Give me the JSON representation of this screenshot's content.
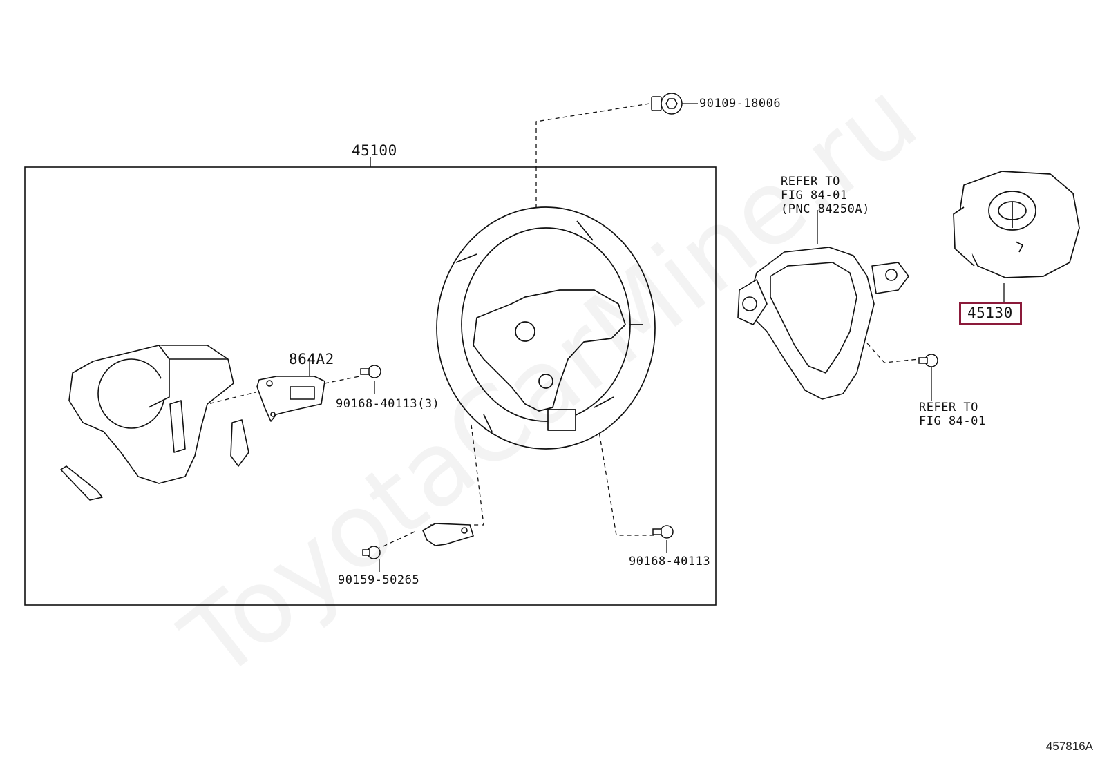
{
  "watermark": "ToyotaCarMine.ru",
  "figure_id": "457816A",
  "highlight_color": "#8b1a3a",
  "labels": {
    "assembly": "45100",
    "bolt_top": "90109-18006",
    "switch": "864A2",
    "screw_switch": "90168-40113(3)",
    "screw_lower_right": "90168-40113",
    "screw_lower_left": "90159-50265",
    "refer_a_l1": "REFER TO",
    "refer_a_l2": "FIG 84-01",
    "refer_a_l3": "(PNC 84250A)",
    "refer_b_l1": "REFER TO",
    "refer_b_l2": "FIG 84-01",
    "airbag": "45130"
  }
}
